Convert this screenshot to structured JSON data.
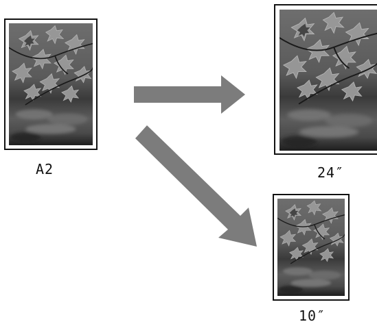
{
  "source": {
    "label": "A2",
    "image": "maple-leaves-photo"
  },
  "targets": [
    {
      "label": "24″",
      "image": "maple-leaves-photo"
    },
    {
      "label": "10″",
      "image": "maple-leaves-photo"
    }
  ],
  "colors": {
    "arrow": "#7c7c7c",
    "frame": "#111111",
    "text": "#111111"
  }
}
